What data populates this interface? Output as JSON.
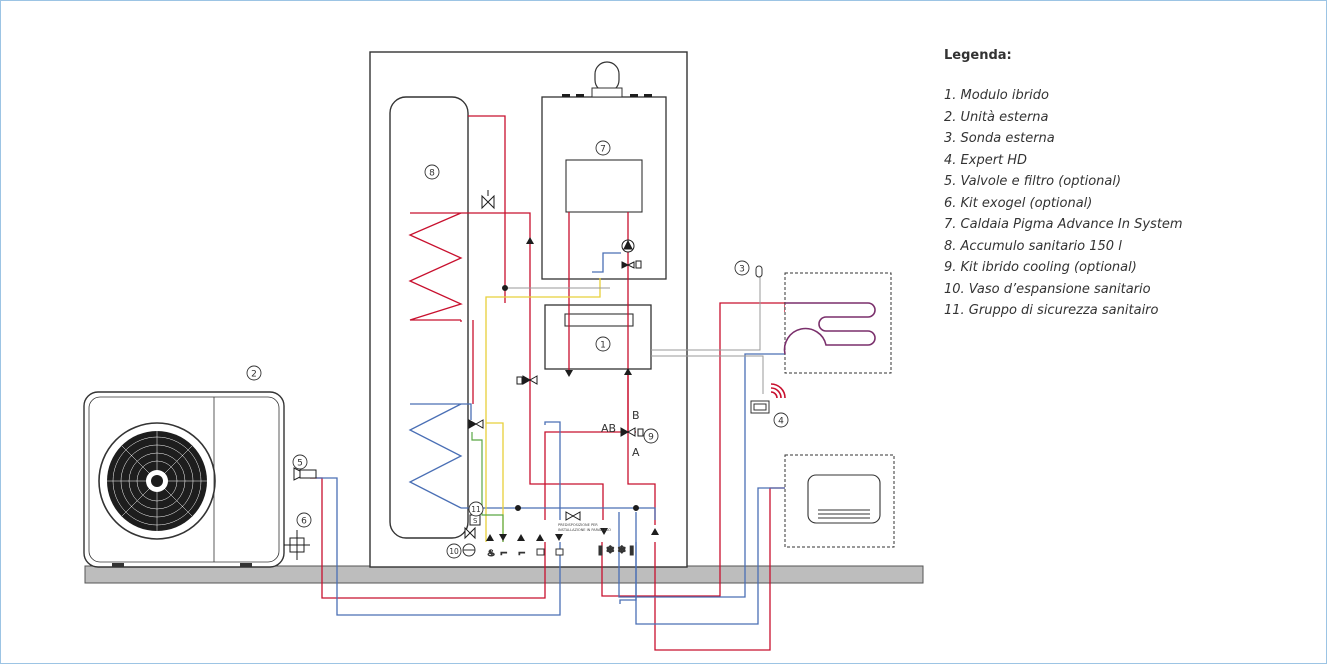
{
  "legend": {
    "title": "Legenda:",
    "items": [
      "1. Modulo ibrido",
      "2. Unità esterna",
      "3. Sonda esterna",
      "4. Expert HD",
      "5. Valvole e filtro (optional)",
      "6. Kit exogel (optional)",
      "7. Caldaia Pigma Advance In System",
      "8. Accumulo sanitario 150 l",
      "9. Kit ibrido cooling (optional)",
      "10. Vaso d’espansione sanitario",
      "11. Gruppo di sicurezza sanitairo"
    ]
  },
  "callouts": {
    "c1": "1",
    "c2": "2",
    "c3": "3",
    "c4": "4",
    "c5": "5",
    "c6": "6",
    "c7": "7",
    "c8": "8",
    "c9": "9",
    "c10": "10",
    "c11": "11"
  },
  "port_labels": {
    "ab": "AB",
    "a": "A",
    "b": "B",
    "s": "S"
  },
  "installation_note": {
    "line1": "PREDISPOSIZIONE PER",
    "line2": "INSTALLAZIONE IN PARALLELO"
  },
  "colors": {
    "hot_red": "#c8102e",
    "cold_blue": "#4a6fb5",
    "gas_yellow": "#e8d03a",
    "drain_green": "#5aa845",
    "pipe_grey": "#9a9a9a",
    "floor": "#bdbdbd",
    "frame_border": "#9cc4e4"
  }
}
